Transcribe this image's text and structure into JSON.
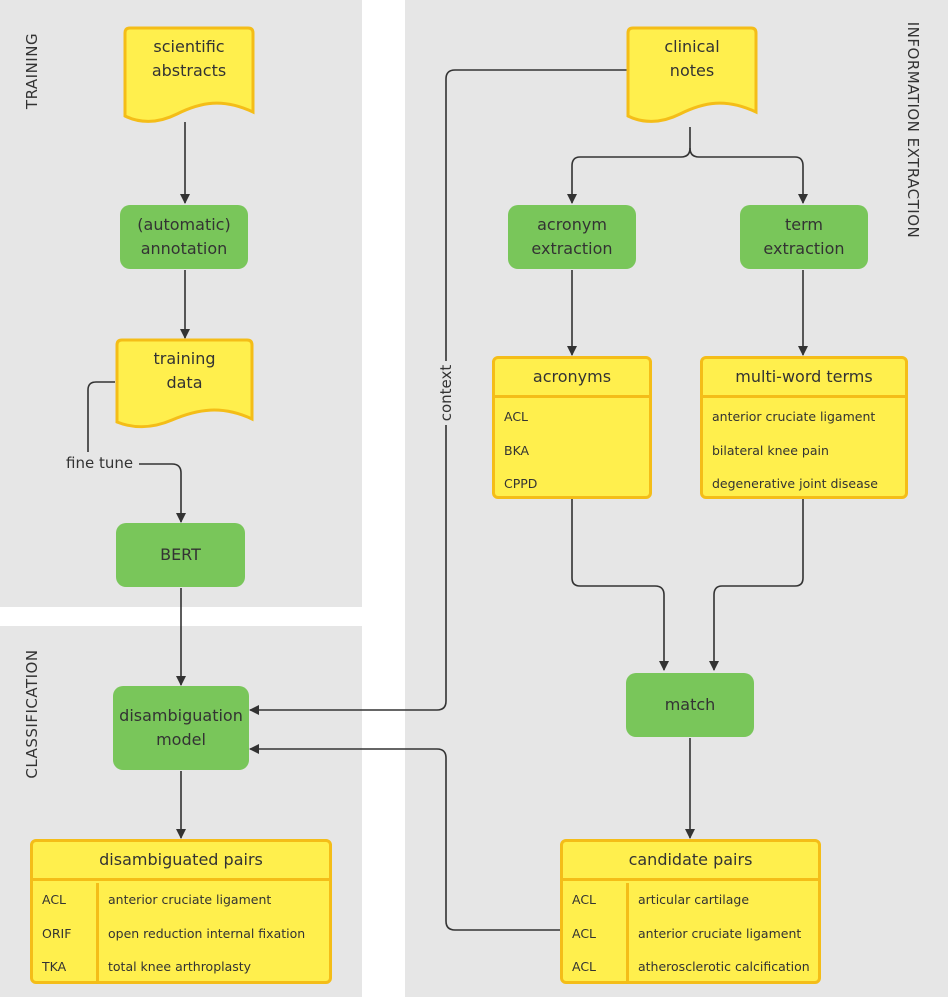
{
  "sections": {
    "training": "TRAINING",
    "classification": "CLASSIFICATION",
    "information_extraction": "INFORMATION EXTRACTION"
  },
  "documents": {
    "scientific_abstracts": [
      "scientific",
      "abstracts"
    ],
    "training_data": [
      "training",
      "data"
    ],
    "clinical_notes": [
      "clinical",
      "notes"
    ]
  },
  "processes": {
    "annotation": [
      "(automatic)",
      "annotation"
    ],
    "bert": [
      "BERT"
    ],
    "disambiguation_model": [
      "disambiguation",
      "model"
    ],
    "acronym_extraction": [
      "acronym",
      "extraction"
    ],
    "term_extraction": [
      "term",
      "extraction"
    ],
    "match": [
      "match"
    ]
  },
  "acronyms_table": {
    "title": "acronyms",
    "rows": [
      "ACL",
      "BKA",
      "CPPD"
    ]
  },
  "terms_table": {
    "title": "multi-word terms",
    "rows": [
      "anterior cruciate ligament",
      "bilateral knee pain",
      "degenerative joint disease"
    ]
  },
  "disambiguated_pairs": {
    "title": "disambiguated pairs",
    "rows": [
      {
        "acronym": "ACL",
        "expansion": "anterior cruciate ligament"
      },
      {
        "acronym": "ORIF",
        "expansion": "open reduction internal fixation"
      },
      {
        "acronym": "TKA",
        "expansion": "total knee arthroplasty"
      }
    ]
  },
  "candidate_pairs": {
    "title": "candidate pairs",
    "rows": [
      {
        "acronym": "ACL",
        "expansion": "articular cartilage"
      },
      {
        "acronym": "ACL",
        "expansion": "anterior cruciate ligament"
      },
      {
        "acronym": "ACL",
        "expansion": "atherosclerotic calcification"
      }
    ]
  },
  "edge_labels": {
    "fine_tune": "fine tune",
    "context": "context"
  },
  "colors": {
    "panel": "#e6e6e6",
    "process": "#79c65a",
    "document_fill": "#ffef4d",
    "document_border": "#f4bd18",
    "arrow": "#333333"
  }
}
